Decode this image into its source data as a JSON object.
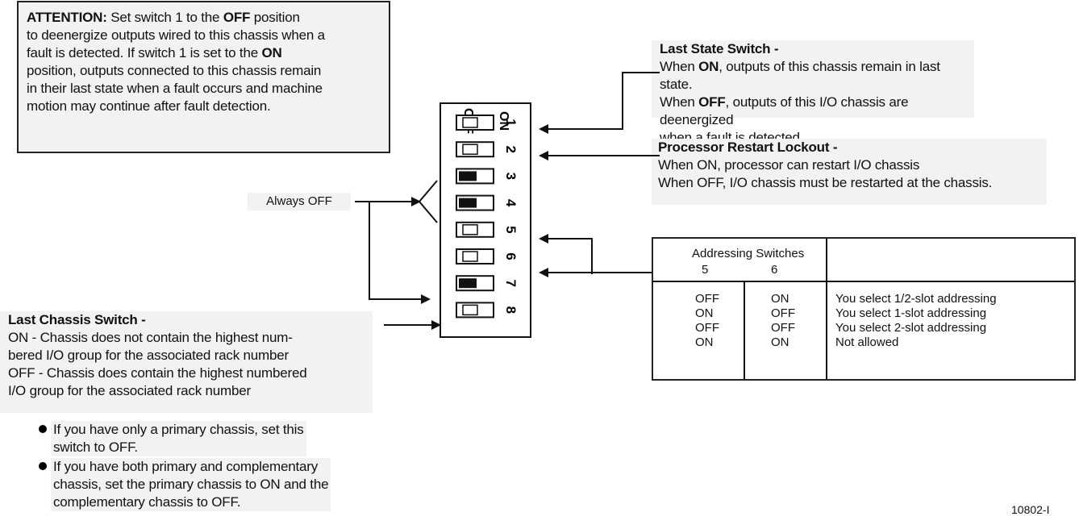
{
  "attention": {
    "label": "ATTENTION:",
    "lines": [
      [
        " Set switch 1 to the ",
        "OFF",
        " position"
      ],
      [
        "to deenergize outputs wired to this chassis when a"
      ],
      [
        "fault is detected. If switch 1 is set to the ",
        "ON"
      ],
      [
        "position, outputs connected to this chassis remain"
      ],
      [
        "in their last state when a fault occurs and machine"
      ],
      [
        "motion may continue after fault detection."
      ]
    ]
  },
  "last_state": {
    "title": "Last State Switch -",
    "line1": [
      "When ",
      "ON",
      ", outputs of this chassis remain in last state."
    ],
    "line2": [
      "When ",
      "OFF",
      ", outputs of this I/O chassis are deenergized"
    ],
    "line3": "when a fault is detected."
  },
  "restart": {
    "title": "Processor Restart Lockout -",
    "line1": "When ON, processor can restart I/O chassis",
    "line2": "When OFF, I/O chassis must be restarted at the chassis."
  },
  "always_off": "Always OFF",
  "last_chassis": {
    "title": "Last Chassis Switch -",
    "lines": [
      "ON - Chassis does not contain the highest num-",
      "bered I/O group for the associated rack number",
      "OFF - Chassis does contain the highest numbered",
      "I/O group for the associated rack number"
    ]
  },
  "bullets": [
    [
      "If you have only a primary chassis, set this",
      "switch to OFF."
    ],
    [
      "If you have both primary and complementary",
      "chassis, set the primary chassis to ON and the",
      "complementary chassis to OFF."
    ]
  ],
  "switch_block": {
    "on_label": "ON",
    "off_label": "OFF",
    "switches": [
      {
        "number": "1",
        "filled": false
      },
      {
        "number": "2",
        "filled": false
      },
      {
        "number": "3",
        "filled": true
      },
      {
        "number": "4",
        "filled": true
      },
      {
        "number": "5",
        "filled": false
      },
      {
        "number": "6",
        "filled": false
      },
      {
        "number": "7",
        "filled": true
      },
      {
        "number": "8",
        "filled": false
      }
    ]
  },
  "addressing_table": {
    "header": "Addressing Switches",
    "col5": "5",
    "col6": "6",
    "rows": [
      {
        "s5": "OFF",
        "s6": "ON",
        "desc": "You select 1/2-slot addressing"
      },
      {
        "s5": "ON",
        "s6": "OFF",
        "desc": "You select 1-slot addressing"
      },
      {
        "s5": "OFF",
        "s6": "OFF",
        "desc": "You select 2-slot addressing"
      },
      {
        "s5": "ON",
        "s6": "ON",
        "desc": "Not allowed"
      }
    ]
  },
  "figure_id": "10802-I",
  "colors": {
    "line": "#111111",
    "shade": "#f2f2f2"
  }
}
